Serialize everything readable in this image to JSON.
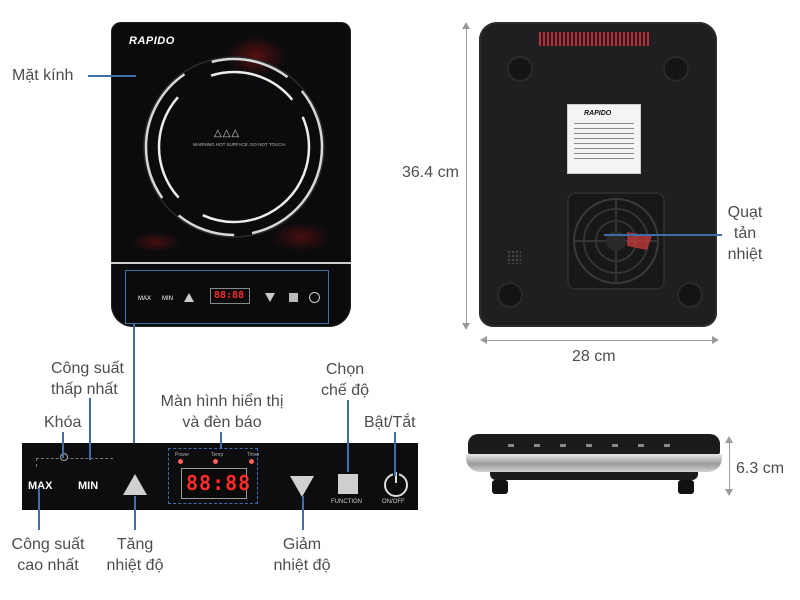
{
  "brand": "RAPIDO",
  "labels": {
    "glass": "Mặt kính",
    "fan_line1": "Quạt",
    "fan_line2": "tản",
    "fan_line3": "nhiệt",
    "min_power_line1": "Công suất",
    "min_power_line2": "thấp nhất",
    "lock": "Khóa",
    "display_line1": "Màn hình hiển thị",
    "display_line2": "và đèn báo",
    "mode_line1": "Chọn",
    "mode_line2": "chế độ",
    "onoff": "Bật/Tắt",
    "max_power_line1": "Công suất",
    "max_power_line2": "cao nhất",
    "temp_up_line1": "Tăng",
    "temp_up_line2": "nhiệt độ",
    "temp_down_line1": "Giảm",
    "temp_down_line2": "nhiệt độ"
  },
  "dimensions": {
    "height": "36.4 cm",
    "width": "28 cm",
    "thickness": "6.3 cm"
  },
  "panel": {
    "max": "MAX",
    "min": "MIN",
    "display": "88:88",
    "indicator_power": "Power",
    "indicator_temp": "Temp",
    "indicator_timer": "Timer",
    "function": "FUNCTION",
    "onoff": "ON/OFF"
  },
  "hob": {
    "warning": "WARNING HOT SURFACE. DO NOT TOUCH."
  },
  "colors": {
    "glass": "#0b0b0d",
    "accent_line": "#3f6fa8",
    "display_red": "#ff2a2a",
    "fan_red": "#c0393b"
  }
}
